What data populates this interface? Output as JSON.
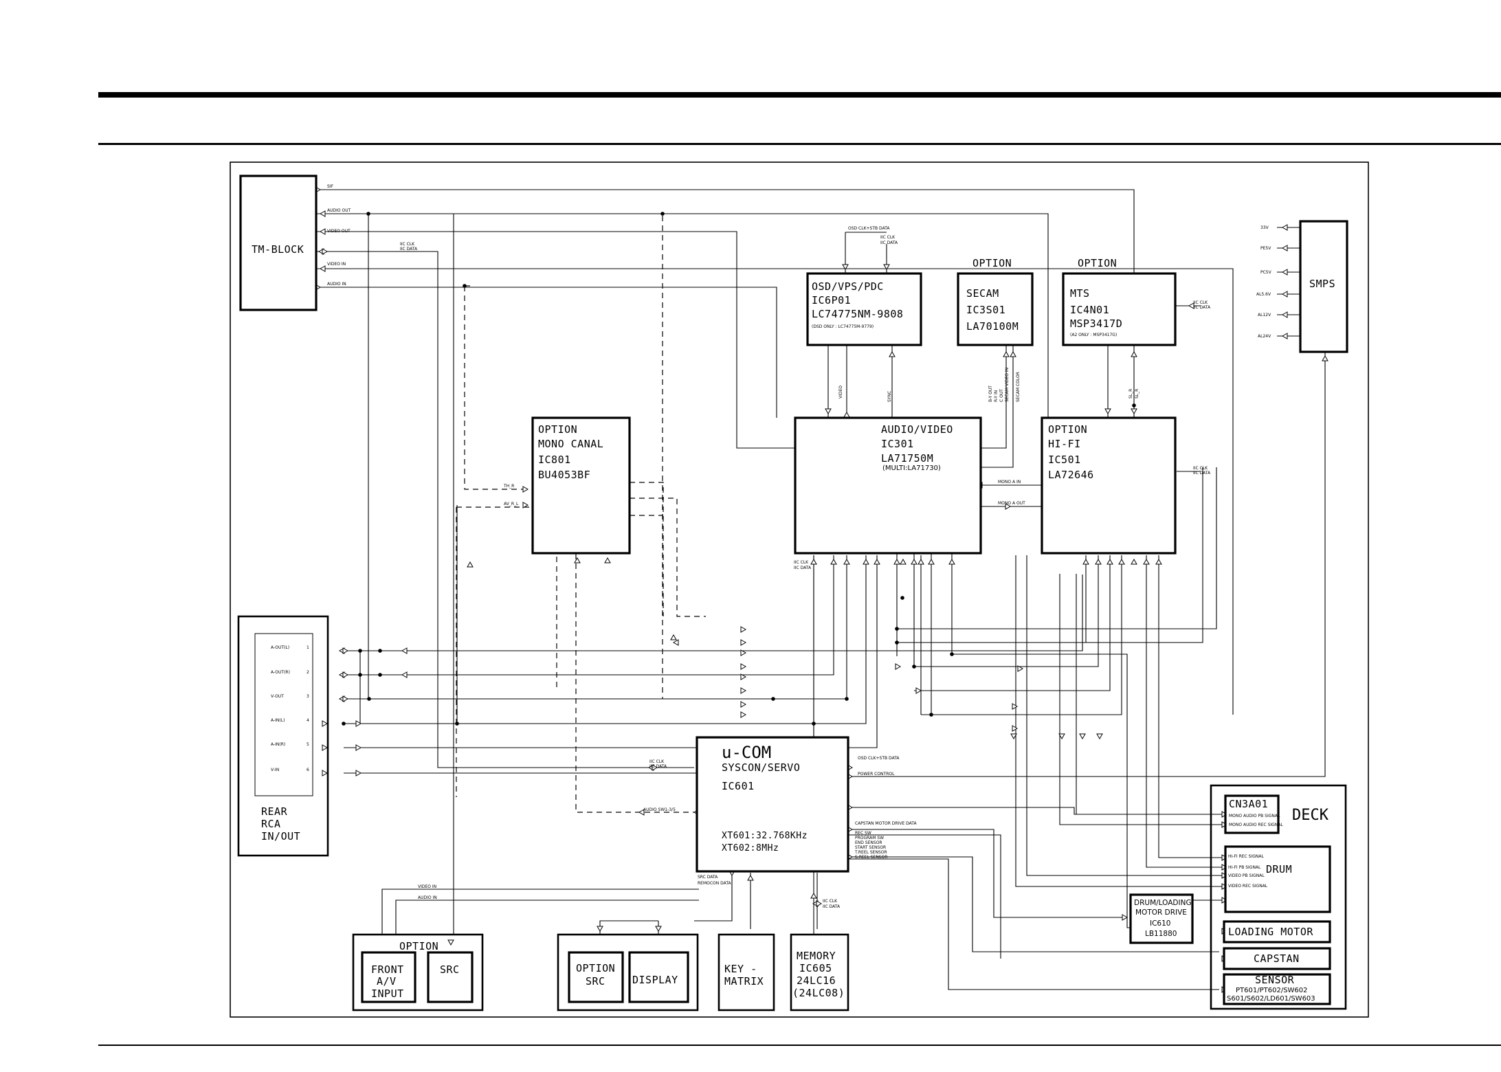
{
  "blocks": {
    "tm_block": [
      "TM-BLOCK"
    ],
    "osd": [
      "OSD/VPS/PDC",
      "IC6P01",
      "LC74775NM-9808"
    ],
    "osd_note": "(DSD ONLY : LC74775M-9779)",
    "secam_option": "OPTION",
    "secam": [
      "SECAM",
      "IC3S01",
      "LA70100M"
    ],
    "mts_option": "OPTION",
    "mts": [
      "MTS",
      "IC4N01",
      "MSP3417D"
    ],
    "mts_note": "(A2 ONLY : MSP3417G)",
    "smps": [
      "SMPS"
    ],
    "mono_canal": [
      "OPTION",
      "MONO CANAL",
      "IC801",
      "BU4053BF"
    ],
    "audio_video": [
      "AUDIO/VIDEO",
      "IC301",
      "LA71750M",
      "(MULTI:LA71730)"
    ],
    "hifi": [
      "OPTION",
      "HI-FI",
      "IC501",
      "LA72646"
    ],
    "rear_rca": [
      "REAR",
      "RCA",
      "IN/OUT"
    ],
    "ucom_title": "u-COM",
    "ucom": [
      "SYSCON/SERVO",
      "IC601"
    ],
    "ucom_xtal": [
      "XT601:32.768KHz",
      "XT602:8MHz"
    ],
    "front_option": "OPTION",
    "front": [
      "FRONT",
      "A/V",
      "INPUT"
    ],
    "src": [
      "SRC"
    ],
    "option_src": [
      "OPTION",
      "SRC"
    ],
    "display": [
      "DISPLAY"
    ],
    "key_matrix": [
      "KEY -",
      "MATRIX"
    ],
    "memory": [
      "MEMORY",
      "IC605",
      "24LC16",
      "(24LC08)"
    ],
    "deck": "DECK",
    "cn3a01": [
      "CN3A01"
    ],
    "drum": [
      "DRUM"
    ],
    "drum_driver": [
      "DRUM/LOADING",
      "MOTOR DRIVE",
      "IC610",
      "LB11880"
    ],
    "loading_motor": [
      "LOADING MOTOR"
    ],
    "capstan": [
      "CAPSTAN"
    ],
    "sensor": [
      "SENSOR",
      "PT601/PT602/SW602",
      "S601/S602/LD601/SW603"
    ]
  },
  "signals": {
    "tm_sif": "SIF",
    "tm_audio_out": "AUDIO OUT",
    "tm_video_out": "VIDEO OUT",
    "tm_iic": [
      "IIC CLK",
      "IIC DATA"
    ],
    "tm_video_in": "VIDEO IN",
    "tm_audio_in": "AUDIO IN",
    "osd_clk": "OSD CLK+STB DATA",
    "osd_iic": [
      "IIC CLK",
      "IIC DATA"
    ],
    "smps_out": [
      "33V",
      "PE5V",
      "PC5V",
      "AL5.6V",
      "AL12V",
      "AL24V"
    ],
    "mts_iic": [
      "IIC CLK",
      "IIC DATA"
    ],
    "hifi_iic": [
      "IIC CLK",
      "IIC DATA"
    ],
    "av_iic": [
      "IIC CLK",
      "IIC DATA"
    ],
    "osd_video": "VIDEO",
    "osd_sync": "SYNC",
    "secam_sigs": [
      "B-Y OUT",
      "R-Y IN",
      "C OUT",
      "SECAM VIDEO IN",
      "SECAM COLOR"
    ],
    "mts_sigs": [
      "SL_R",
      "SL_R"
    ],
    "mono_in": "MONO A IN",
    "mono_out": "MONO A OUT",
    "mc_sigs": [
      "TH_R",
      "AV_R_L"
    ],
    "rca_rows": [
      "A-OUT(L)",
      "A-OUT(R)",
      "V-OUT",
      "A-IN(L)",
      "A-IN(R)",
      "V-IN"
    ],
    "rca_pins": [
      "1",
      "2",
      "3",
      "4",
      "5",
      "6"
    ],
    "ucom_iic": [
      "IIC CLK",
      "IIC DATA"
    ],
    "ucom_osd": "OSD CLK+STB DATA",
    "power_control": "POWER CONTROL",
    "audio_sw": "AUDIO SW1-3/5",
    "capstan_drive": "CAPSTAN MOTOR DRIVE DATA",
    "deck_sense": [
      "REC SW",
      "PROGRAM SW",
      "END SENSOR",
      "START SENSOR",
      "T.REEL SENSOR",
      "S.REEL SENSOR"
    ],
    "src_data": [
      "SRC DATA",
      "REMOCON DATA"
    ],
    "mem_iic": [
      "IIC CLK",
      "IIC DATA"
    ],
    "front_video": "VIDEO IN",
    "front_audio": "AUDIO IN",
    "cn3a01_sigs": [
      "MONO AUDIO PB SIGNAL",
      "MONO AUDIO REC SIGNAL"
    ],
    "drum_sigs": [
      "HI-FI REC SIGNAL",
      "HI-FI PB SIGNAL",
      "VIDEO PB SIGNAL",
      "VIDEO REC SIGNAL"
    ]
  }
}
